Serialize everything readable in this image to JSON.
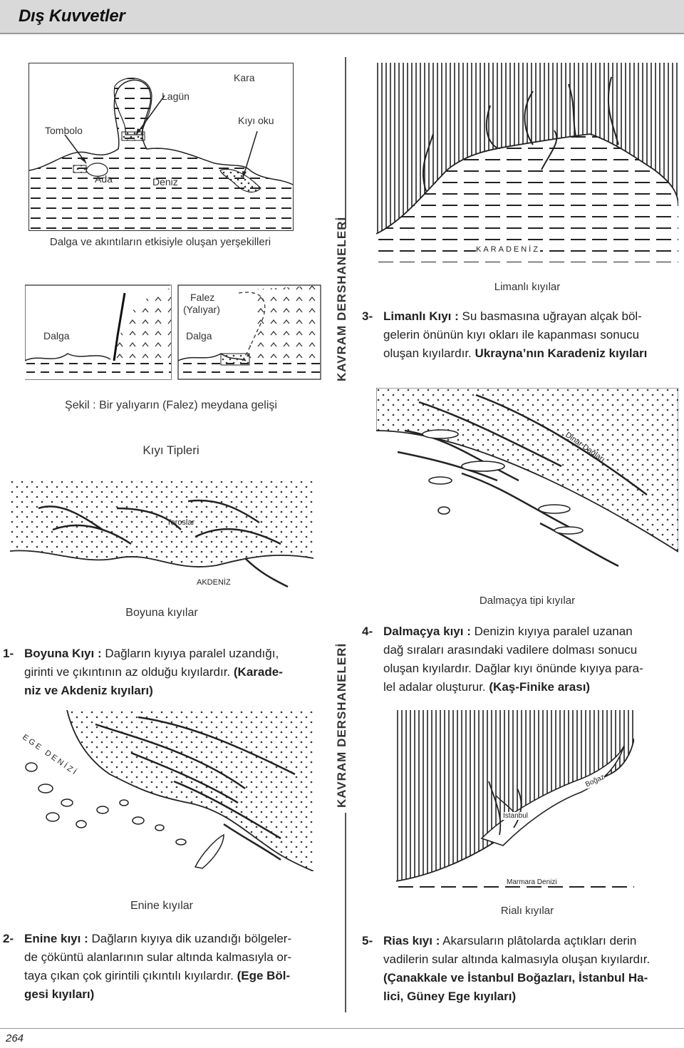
{
  "header": {
    "title": "Dış Kuvvetler"
  },
  "fig1": {
    "labels": {
      "kara": "Kara",
      "lagun": "Lagün",
      "tombolo": "Tombolo",
      "kiyi_oku": "Kıyı oku",
      "ada": "Ada",
      "deniz": "Deniz"
    },
    "caption": "Dalga ve akıntıların etkisiyle oluşan yerşekilleri"
  },
  "fig2": {
    "labels": {
      "falez": "Falez",
      "yaliyar": "(Yalıyar)",
      "dalga_left": "Dalga",
      "dalga_right": "Dalga"
    },
    "caption": "Şekil : Bir yalıyarın (Falez) meydana gelişi"
  },
  "section_title": "Kıyı Tipleri",
  "fig3": {
    "map_label": "KARADENİZ",
    "caption": "Limanlı kıyılar"
  },
  "para3": {
    "num": "3-",
    "term": "Limanlı Kıyı :",
    "line1": "Su basmasına uğrayan alçak böl-",
    "line2": "gelerin önünün kıyı okları ile kapanması sonucu",
    "line3_pre": "oluşan kıyılardır.",
    "line3_bold": "Ukrayna’nın Karadeniz kıyıları"
  },
  "fig4": {
    "map_label": "Toroslar",
    "map_label2": "AKDENİZ",
    "caption": "Boyuna kıyılar"
  },
  "para1": {
    "num": "1-",
    "term": "Boyuna Kıyı :",
    "line1": "Dağların kıyıya paralel uzandığı,",
    "line2_pre": "girinti ve çıkıntının az olduğu kıyılardır.",
    "line2_bold": "(Karade-",
    "line3_bold": "niz ve Akdeniz kıyıları)"
  },
  "fig5": {
    "map_label": "Dinar Dağları",
    "caption": "Dalmaçya tipi kıyılar"
  },
  "para4": {
    "num": "4-",
    "term": "Dalmaçya kıyı :",
    "line1": "Denizin kıyıya paralel uzanan",
    "line2": "dağ sıraları arasındaki vadilere dolması sonucu",
    "line3": "oluşan kıyılardır. Dağlar kıyı önünde kıyıya para-",
    "line4_pre": "lel adalar oluşturur.",
    "line4_bold": "(Kaş-Finike arası)"
  },
  "fig6": {
    "map_label": "EGE DENİZİ",
    "caption": "Enine kıyılar"
  },
  "para2": {
    "num": "2-",
    "term": "Enine kıyı :",
    "line1": "Dağların kıyıya dik uzandığı bölgeler-",
    "line2": "de çöküntü alanlarının sular altında kalmasıyla or-",
    "line3_pre": "taya çıkan çok girintili çıkıntılı kıyılardır.",
    "line3_bold": "(Ege Böl-",
    "line4_bold": "gesi kıyıları)"
  },
  "fig7": {
    "map_label": "İstanbul",
    "map_label2": "Boğaz",
    "map_label3": "Marmara Denizi",
    "caption": "Rialı kıyılar"
  },
  "para5": {
    "num": "5-",
    "term": "Rias kıyı :",
    "line1": "Akarsuların plâtolarda açtıkları derin",
    "line2": "vadilerin sular altında kalmasıyla oluşan kıyılardır.",
    "line3_bold": "(Çanakkale ve İstanbul Boğazları, İstanbul Ha-",
    "line4_bold": "lici, Güney Ege kıyıları)"
  },
  "sidebar": {
    "text": "KAVRAM DERSHANELERİ"
  },
  "page": {
    "number": "264"
  }
}
